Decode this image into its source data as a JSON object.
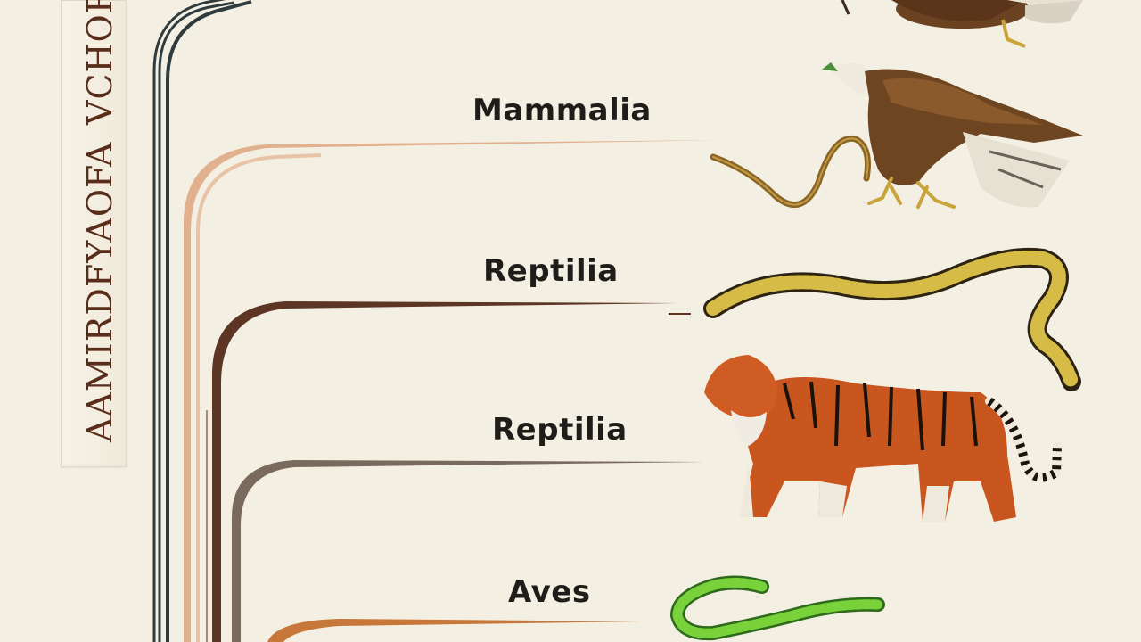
{
  "sidebar": {
    "lines": [
      "AAMIRDFYAOFA",
      "VCHORA"
    ]
  },
  "clades": [
    {
      "label": "Mammalia",
      "color": "#d7a27f"
    },
    {
      "label": "Reptilia",
      "color": "#5c3524"
    },
    {
      "label": "Reptilia",
      "color": "#7a6a5e"
    },
    {
      "label": "Aves",
      "color": "#c8773a"
    }
  ],
  "colors": {
    "background": "#f3efe2",
    "trunk": "#2f3b3d",
    "text": "#1f1d1a"
  },
  "animals": [
    "eagle-top",
    "eagle",
    "brown-snake",
    "yellow-snake",
    "tiger",
    "green-snake"
  ]
}
